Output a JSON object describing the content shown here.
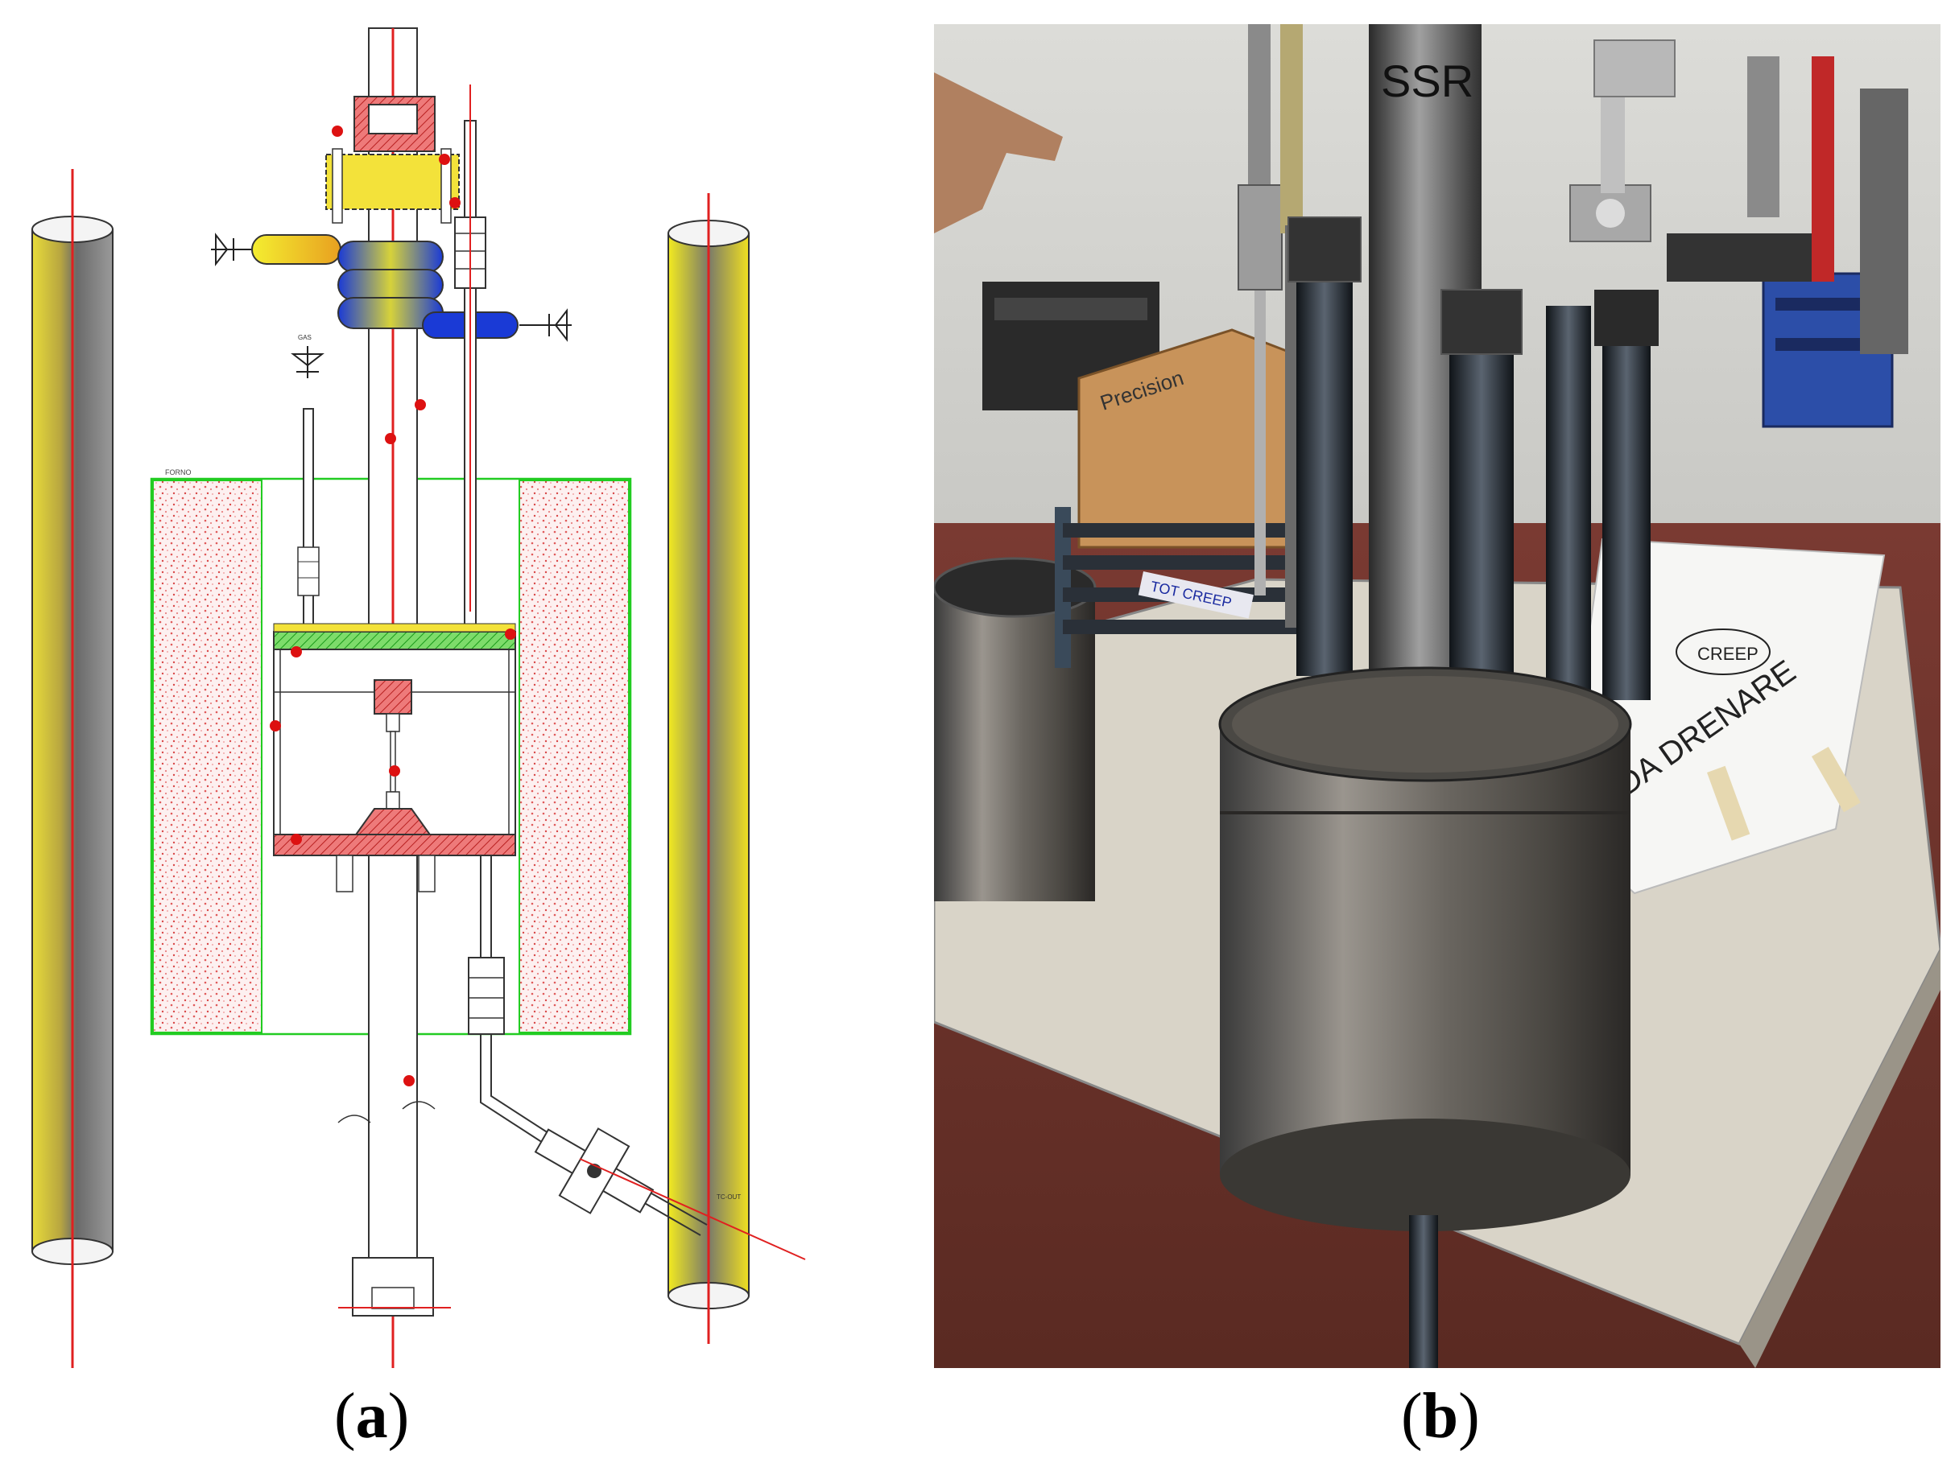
{
  "figure": {
    "panels": [
      {
        "id": "a",
        "caption_letter": "a"
      },
      {
        "id": "b",
        "caption_letter": "b"
      }
    ]
  },
  "drawing_labels": {
    "furnace": "FORNO",
    "gas_label": "GAS",
    "tc_label": "TC-OUT"
  },
  "photo_labels": {
    "pipe_marking": "SSR",
    "sheet_text_1": "DA DRENARE",
    "sheet_text_2": "CREEP",
    "box_text": "Precision",
    "tape_text": "TOT CREEP"
  },
  "colors": {
    "red_marker": "#dd1111",
    "furnace_fill": "#f7c7c7",
    "furnace_border": "#22cc22",
    "yellow": "#f2e600",
    "blue": "#1a3ad6"
  }
}
